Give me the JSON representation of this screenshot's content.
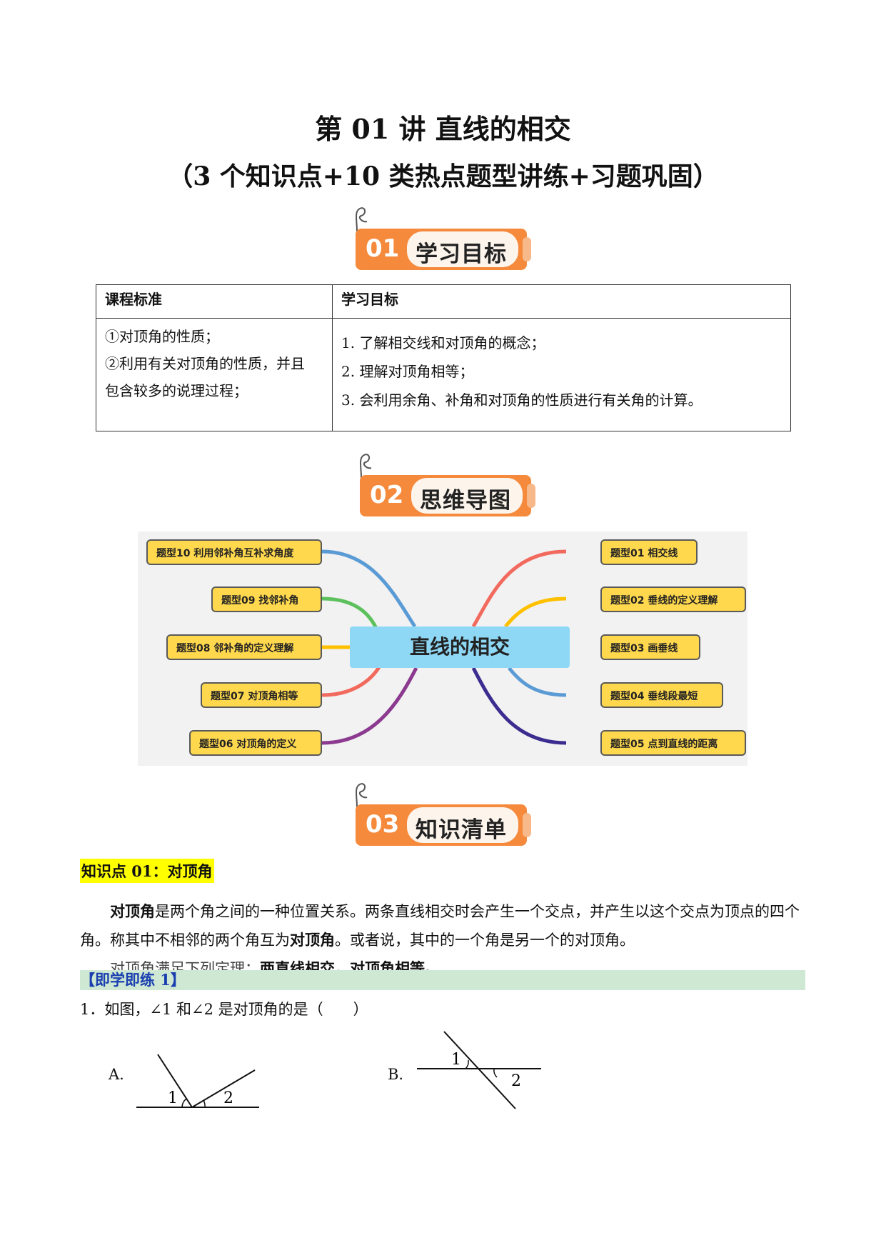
{
  "header": {
    "title": "第 01 讲  直线的相交",
    "subtitle": "（3 个知识点+10 类热点题型讲练+习题巩固）"
  },
  "sections": [
    {
      "num": "01",
      "label": "学习目标"
    },
    {
      "num": "02",
      "label": "思维导图"
    },
    {
      "num": "03",
      "label": "知识清单"
    }
  ],
  "objectives_table": {
    "headers": [
      "课程标准",
      "学习目标"
    ],
    "standards": [
      "①对顶角的性质；",
      "②利用有关对顶角的性质，并且",
      "包含较多的说理过程；"
    ],
    "goals": [
      "1. 了解相交线和对顶角的概念；",
      "2. 理解对顶角相等；",
      "3. 会利用余角、补角和对顶角的性质进行有关角的计算。"
    ]
  },
  "mindmap": {
    "center": "直线的相交",
    "left_nodes": [
      "题型10  利用邻补角互补求角度",
      "题型09  找邻补角",
      "题型08  邻补角的定义理解",
      "题型07  对顶角相等",
      "题型06  对顶角的定义"
    ],
    "right_nodes": [
      "题型01  相交线",
      "题型02  垂线的定义理解",
      "题型03  画垂线",
      "题型04  垂线段最短",
      "题型05  点到直线的距离"
    ],
    "colors": {
      "node_fill": "#ffd84d",
      "center_fill": "#8ed8f5",
      "branch_left": [
        "#5b9bd5",
        "#5cc15c",
        "#ffc000",
        "#f26a5e",
        "#8b3a8f"
      ],
      "branch_right": [
        "#f26a5e",
        "#ffc000",
        "#5cc15c",
        "#5b9bd5",
        "#3b2c8f"
      ]
    }
  },
  "knowledge": {
    "title": "知识点 01：对顶角",
    "para1_bold_a": "对顶角",
    "para1_a": "是两个角之间的一种位置关系。两条直线相交时会产生一个交点，并产生以这个交点为顶点的",
    "para1_b": "四个角。称其中不相邻的两个角互为",
    "para1_bold_b": "对顶角",
    "para1_c": "。或者说，其中的一个角是另一个的对顶角。",
    "para2_a": "对顶角满足下列定理：",
    "para2_bold": "两直线相交，对顶角相等。"
  },
  "practice": {
    "bar": "【即学即练 1】",
    "question": "1．如图，∠1 和∠2 是对顶角的是（　　）",
    "options": [
      {
        "label": "A.",
        "angle1": "1",
        "angle2": "2"
      },
      {
        "label": "B.",
        "angle1": "1",
        "angle2": "2"
      }
    ]
  }
}
